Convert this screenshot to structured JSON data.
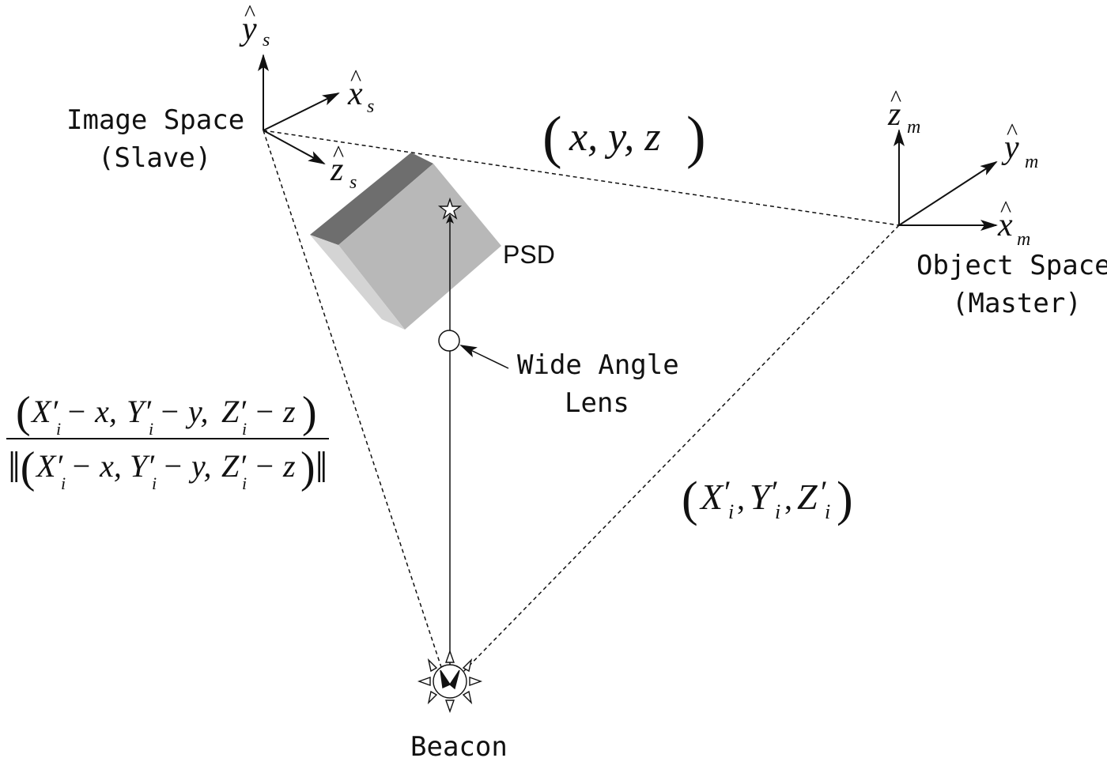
{
  "image_space": {
    "line1": "Image Space",
    "line2": "(Slave)"
  },
  "object_space": {
    "line1": "Object Space",
    "line2": "(Master)"
  },
  "psd_label": "PSD",
  "lens": {
    "line1": "Wide Angle",
    "line2": "Lens"
  },
  "beacon_label": "Beacon",
  "axes": {
    "slave": {
      "x": "x",
      "y": "y",
      "z": "z",
      "subscript": "s"
    },
    "master": {
      "x": "x",
      "y": "y",
      "z": "z",
      "subscript": "m"
    }
  },
  "formula_xyz": {
    "open": "(",
    "body": "x, y, z",
    "close": ")"
  },
  "formula_beacon": {
    "open": "(",
    "X": "X",
    "Y": "Y",
    "Z": "Z",
    "prime": "′",
    "sub": "i",
    "comma": ",",
    "close": ")"
  },
  "formula_unit": {
    "num_open": "(",
    "num_body_x": "X′ − x,",
    "num_body_y": "Y′ − y,",
    "num_body_z": "Z′ − z",
    "num_close": ")",
    "sub": "i",
    "den_open": "‖(",
    "den_close": ")‖"
  },
  "colors": {
    "psd_top": "#6e6e6e",
    "psd_front": "#b9b9b9",
    "psd_side": "#d6d6d6",
    "line": "#111111"
  }
}
